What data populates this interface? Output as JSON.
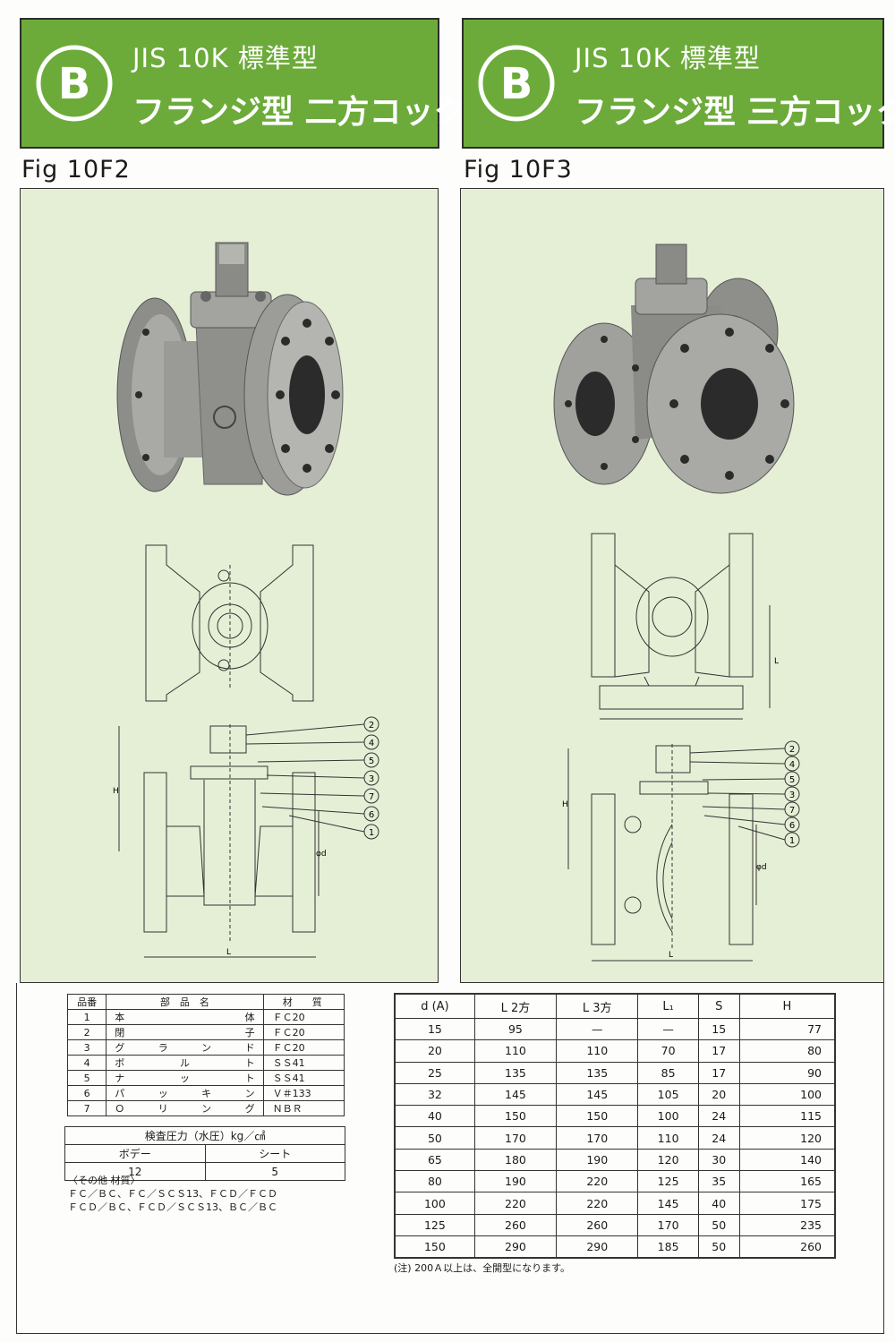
{
  "left": {
    "banner_line1": "JIS 10K 標準型",
    "banner_line2": "フランジ型 二方コック",
    "fig": "Fig 10F2",
    "dim_H": "H",
    "dim_L": "L",
    "dim_d": "φd",
    "callouts": [
      "2",
      "4",
      "5",
      "3",
      "7",
      "6",
      "1"
    ]
  },
  "right": {
    "banner_line1": "JIS 10K 標準型",
    "banner_line2": "フランジ型 三方コック",
    "fig": "Fig 10F3",
    "dim_H": "H",
    "dim_L": "L",
    "dim_L1": "L",
    "dim_d": "φd",
    "callouts": [
      "2",
      "4",
      "5",
      "3",
      "7",
      "6",
      "1"
    ]
  },
  "logo_letter": "B",
  "parts_table": {
    "headers": [
      "品番",
      "部　品　名",
      "材　　質"
    ],
    "rows": [
      {
        "no": "1",
        "name": [
          "本",
          "体"
        ],
        "mat": "ＦＣ20"
      },
      {
        "no": "2",
        "name": [
          "閉",
          "子"
        ],
        "mat": "ＦＣ20"
      },
      {
        "no": "3",
        "name": [
          "グ",
          "ラ",
          "ン",
          "ド"
        ],
        "mat": "ＦＣ20"
      },
      {
        "no": "4",
        "name": [
          "ボ",
          "ル",
          "ト"
        ],
        "mat": "ＳＳ41"
      },
      {
        "no": "5",
        "name": [
          "ナ",
          "ッ",
          "ト"
        ],
        "mat": "ＳＳ41"
      },
      {
        "no": "6",
        "name": [
          "パ",
          "ッ",
          "キ",
          "ン"
        ],
        "mat": "Ｖ＃133"
      },
      {
        "no": "7",
        "name": [
          "Ｏ",
          "リ",
          "ン",
          "グ"
        ],
        "mat": "ＮＢＲ"
      }
    ]
  },
  "pressure_table": {
    "title": "検査圧力（水圧）kg／㎠",
    "col1": "ボデー",
    "col2": "シート",
    "val1": "12",
    "val2": "5"
  },
  "others": {
    "title": "〈その他 材質〉",
    "line1": "ＦＣ／ＢＣ、ＦＣ／ＳＣＳ13、ＦＣＤ／ＦＣＤ",
    "line2": "ＦＣＤ／ＢＣ、ＦＣＤ／ＳＣＳ13、ＢＣ／ＢＣ"
  },
  "dims_table": {
    "headers": [
      "d (A)",
      "L 2方",
      "L 3方",
      "L₁",
      "S",
      "H"
    ],
    "rows": [
      [
        "15",
        "95",
        "—",
        "—",
        "15",
        "77"
      ],
      [
        "20",
        "110",
        "110",
        "70",
        "17",
        "80"
      ],
      [
        "25",
        "135",
        "135",
        "85",
        "17",
        "90"
      ],
      [
        "32",
        "145",
        "145",
        "105",
        "20",
        "100"
      ],
      [
        "40",
        "150",
        "150",
        "100",
        "24",
        "115"
      ],
      [
        "50",
        "170",
        "170",
        "110",
        "24",
        "120"
      ],
      [
        "65",
        "180",
        "190",
        "120",
        "30",
        "140"
      ],
      [
        "80",
        "190",
        "220",
        "125",
        "35",
        "165"
      ],
      [
        "100",
        "220",
        "220",
        "145",
        "40",
        "175"
      ],
      [
        "125",
        "260",
        "260",
        "170",
        "50",
        "235"
      ],
      [
        "150",
        "290",
        "290",
        "185",
        "50",
        "260"
      ]
    ]
  },
  "note": "(注) 200Ａ以上は、全開型になります。"
}
